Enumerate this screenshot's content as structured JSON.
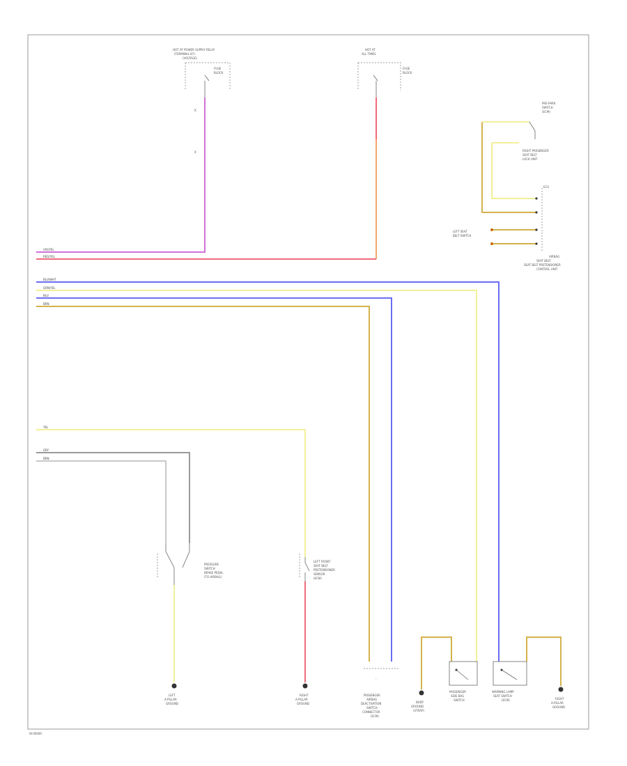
{
  "colors": {
    "violet": "#d070d8",
    "pink": "#f06a7a",
    "orange": "#f5a56a",
    "blue": "#6a6ef5",
    "yellow": "#f2f09a",
    "tan": "#d4b24c",
    "gray": "#9a9a9a",
    "lightgray": "#c8c8c8",
    "frame": "#999999"
  },
  "labels": {
    "top_left_1": "HOT AT POWER SUPPLY RELAY",
    "top_left_2": "(TERMINAL 87)",
    "top_left_3": "(VOLTAGE)",
    "fuse_left_1": "FUSE",
    "fuse_left_2": "BLOCK",
    "top_mid_1": "HOT AT",
    "top_mid_2": "ALL TIMES",
    "fuse_mid_1": "FUSE",
    "fuse_mid_2": "BLOCK",
    "tr_1": "PRE-PARK",
    "tr_2": "SWITCH",
    "tr_3": "(ECM)",
    "tr_4": "RIGHT PASSENGER",
    "tr_5": "SEAT BELT",
    "tr_6": "LOCK UNIT",
    "tr_7": "ECU",
    "tr_8": "LEFT SEAT",
    "tr_9": "BELT SWITCH",
    "tr_10": "AIRBAG",
    "tr_11": "SEAT BELT",
    "tr_12": "SEAT BELT PRETENSIONER",
    "tr_13": "CONTROL UNIT",
    "sw_1": "PRESSURE",
    "sw_2": "SWITCH",
    "sw_3": "BRAKE PEDAL",
    "sw_4": "(TO AIRBAG)",
    "mid_1": "LEFT FRONT",
    "mid_2": "SEAT BELT",
    "mid_3": "PRETENSIONER",
    "mid_4": "SENSOR",
    "mid_5": "(ECM)",
    "g_left_1": "LEFT",
    "g_left_2": "A-PILLAR",
    "g_left_3": "GROUND",
    "g_mid_1": "RIGHT",
    "g_mid_2": "A-PILLAR",
    "g_mid_3": "GROUND",
    "conn_1": "PASSENGER",
    "conn_2": "AIRBAG",
    "conn_3": "DEACTIVATION",
    "conn_4": "SWITCH",
    "conn_5": "CONNECTOR",
    "conn_6": "(ECM)",
    "g_bot_1": "BODY",
    "g_bot_2": "GROUND",
    "g_bot_3": "(STRAP)",
    "b_sw1_1": "PASSENGER",
    "b_sw1_2": "SIDE BAG",
    "b_sw1_3": "SWITCH",
    "b_sw2_1": "WARNING LAMP",
    "b_sw2_2": "SEAT SWITCH",
    "b_sw2_3": "(ECM)",
    "g_right_1": "RIGHT",
    "g_right_2": "A-PILLAR",
    "g_right_3": "GROUND",
    "wire_1": "VIO/YEL",
    "wire_2": "RED/YEL",
    "wire_3": "BLU/WHT",
    "wire_4": "GRN/YEL",
    "wire_5": "BLU",
    "wire_6": "BRN",
    "wire_7": "YEL",
    "wire_8": "GRY",
    "wire_9": "BRN",
    "footer": "W-00000"
  }
}
